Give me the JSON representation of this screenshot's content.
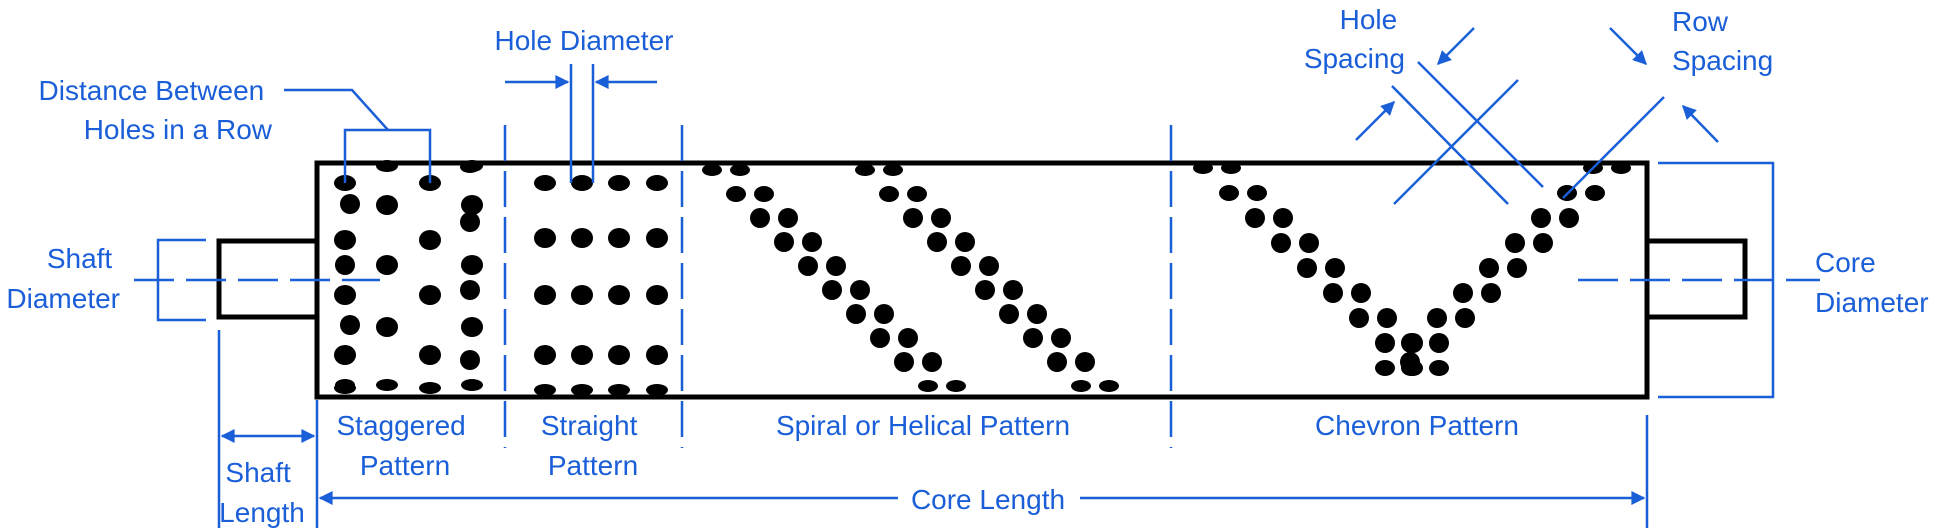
{
  "labels": {
    "distance_between_holes_line1": "Distance Between",
    "distance_between_holes_line2": "Holes in a Row",
    "hole_diameter": "Hole Diameter",
    "hole_spacing_line1": "Hole",
    "hole_spacing_line2": "Spacing",
    "row_spacing_line1": "Row",
    "row_spacing_line2": "Spacing",
    "shaft_diameter_line1": "Shaft",
    "shaft_diameter_line2": "Diameter",
    "core_diameter_line1": "Core",
    "core_diameter_line2": "Diameter",
    "staggered_line1": "Staggered",
    "staggered_line2": "Pattern",
    "straight_line1": "Straight",
    "straight_line2": "Pattern",
    "spiral": "Spiral or Helical Pattern",
    "chevron": "Chevron Pattern",
    "shaft_length_line1": "Shaft",
    "shaft_length_line2": "Length",
    "core_length": "Core Length"
  },
  "colors": {
    "annotation": "#1a5ed8",
    "outline": "#000000"
  }
}
